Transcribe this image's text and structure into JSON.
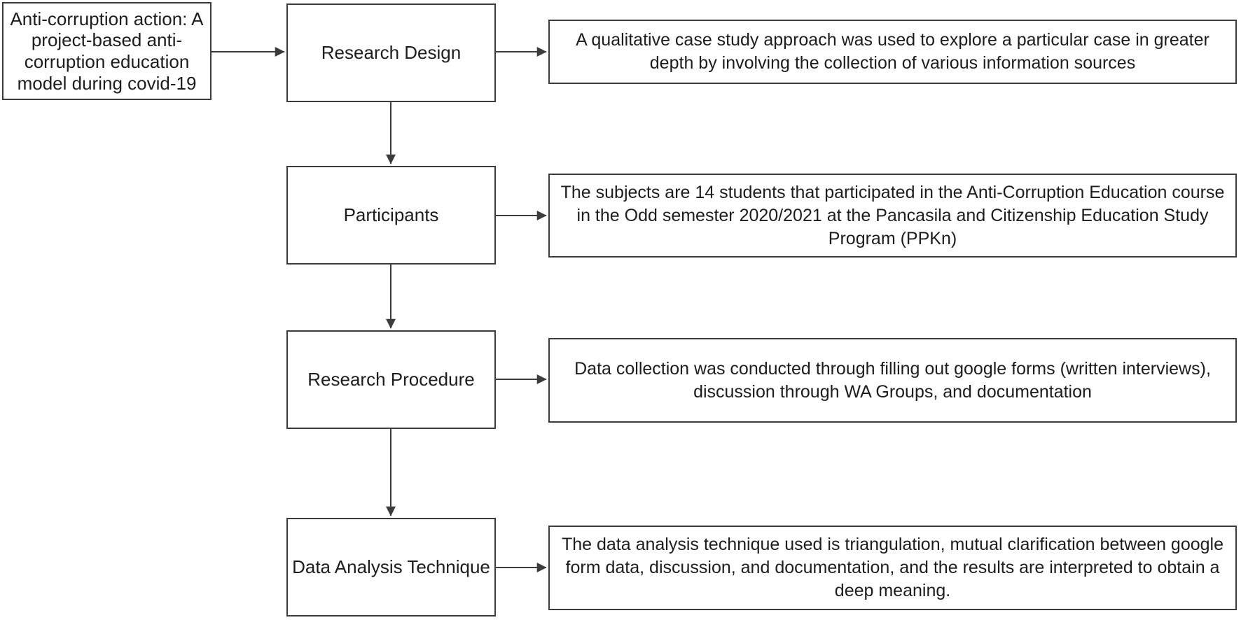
{
  "figure": {
    "colors": {
      "background": "#ffffff",
      "line_color": "#3c3c3c",
      "text_color": "#1d1d1d"
    },
    "intro": {
      "text": "Anti-corruption action: A project-based anti-corruption education model during covid-19"
    },
    "stages": [
      {
        "label": "Research Design",
        "description": "A qualitative case study approach was used to explore a particular case in greater depth by involving the collection of various information sources"
      },
      {
        "label": "Participants",
        "description": "The subjects are 14 students that participated in the Anti-Corruption Education course in the Odd semester 2020/2021 at the Pancasila and Citizenship Education Study Program (PPKn)"
      },
      {
        "label": "Research Procedure",
        "description": "Data collection was conducted through filling out google forms (written interviews), discussion through WA Groups, and documentation"
      },
      {
        "label": "Data Analysis Technique",
        "description": "The data analysis technique used is triangulation, mutual clarification between google form data, discussion, and documentation, and the results are interpreted to obtain a deep meaning."
      }
    ]
  }
}
